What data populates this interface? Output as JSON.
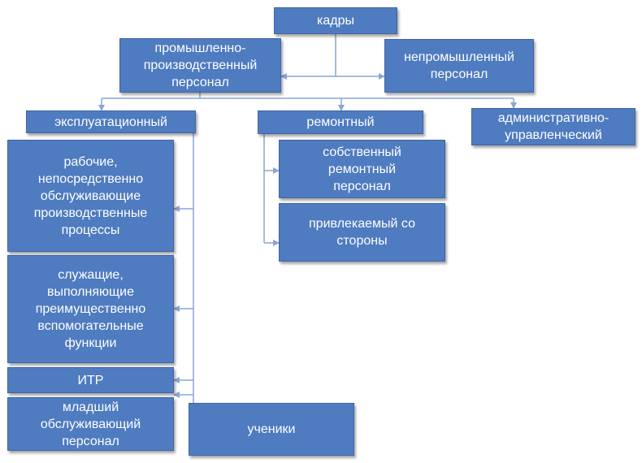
{
  "diagram": {
    "root": "кадры",
    "industrial": "промышленно-\nпроизводственный\nперсонал",
    "nonindustrial": "непромышленный\nперсонал",
    "operational": "эксплуатационный",
    "repair": "ремонтный",
    "admin": "административно-\nуправленческий",
    "workers": "рабочие,\nнепосредственно\nобслуживающие\nпроизводственные\nпроцессы",
    "employees": "служащие,\nвыполняющие\nпреимущественно\nвспомогательные\nфункции",
    "itr": "ИТР",
    "junior": "младший\nобслуживающий\nперсонал",
    "students": "ученики",
    "own_repair": "собственный\nремонтный\nперсонал",
    "hired": "привлекаемый со\nстороны"
  },
  "colors": {
    "box_fill": "#4f7bc0",
    "box_border": "#3f65a6",
    "connector": "#8aa6d1",
    "text": "#ffffff"
  }
}
